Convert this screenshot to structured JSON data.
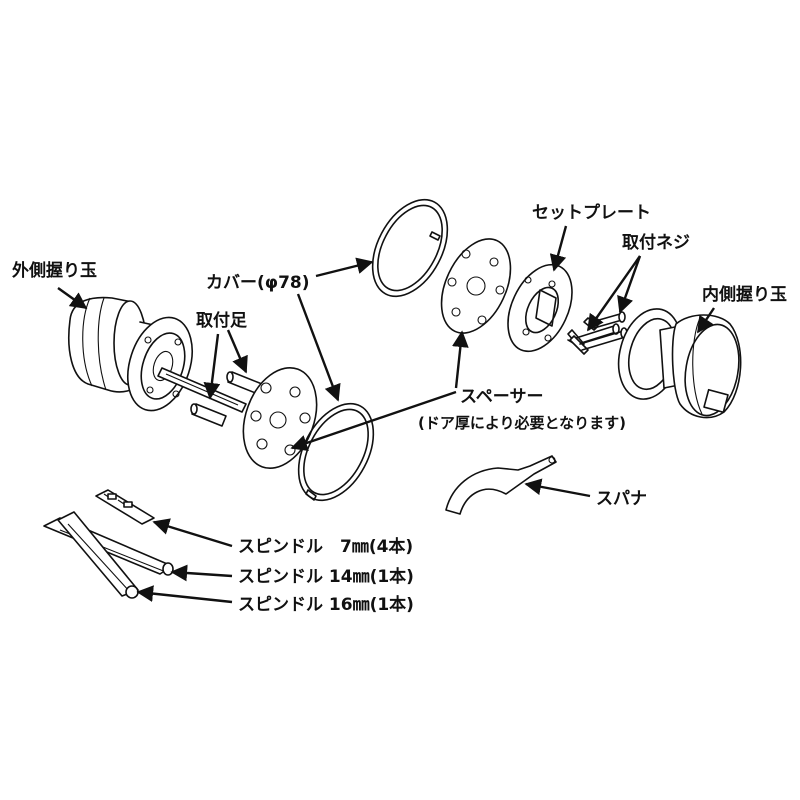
{
  "labels": {
    "outer_knob": "外側握り玉",
    "inner_knob": "内側握り玉",
    "cover": "カバー(φ78)",
    "mount_legs": "取付足",
    "set_plate": "セットプレート",
    "mount_screw": "取付ネジ",
    "spacer": "スペーサー",
    "spacer_note": "(ドア厚により必要となります)",
    "spanner": "スパナ",
    "spindle_7": "スピンドル　7㎜(4本)",
    "spindle_14": "スピンドル 14㎜(1本)",
    "spindle_16": "スピンドル 16㎜(1本)"
  },
  "colors": {
    "line": "#111111",
    "background": "#ffffff"
  }
}
